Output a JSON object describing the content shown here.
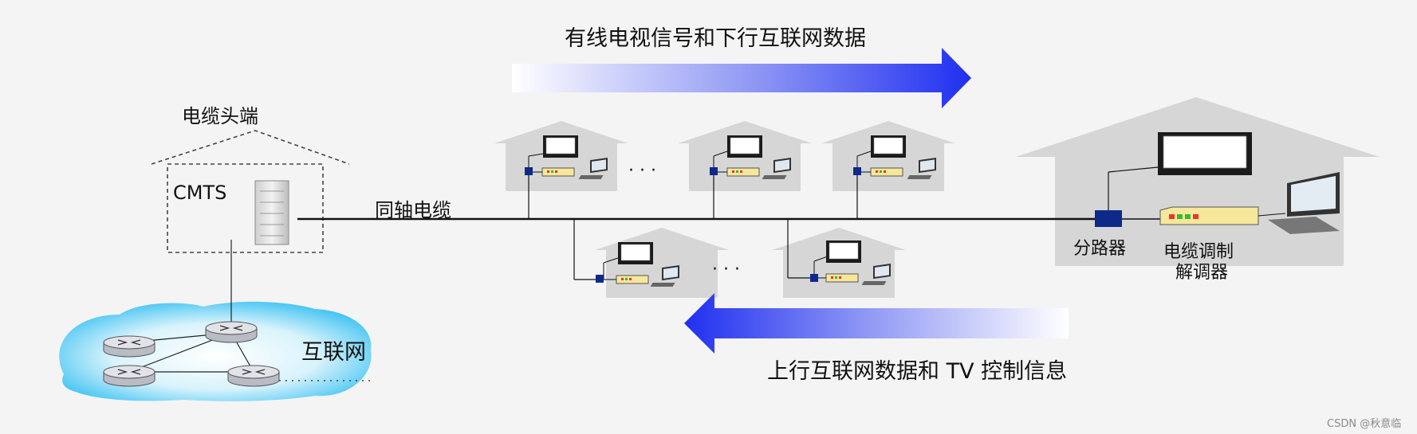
{
  "labels": {
    "downstream": "有线电视信号和下行互联网数据",
    "upstream": "上行互联网数据和 TV 控制信息",
    "headend": "电缆头端",
    "cmts": "CMTS",
    "coax": "同轴电缆",
    "internet": "互联网",
    "splitter": "分路器",
    "modem_line1": "电缆调制",
    "modem_line2": "解调器",
    "ellipsis": "· · ·",
    "watermark": "CSDN @秋意临"
  },
  "colors": {
    "arrow": "#1f2ff0",
    "cloud": "#3cc2f2",
    "house": "#d6d6d6",
    "modem": "#f6e79a",
    "splitter": "#0d2a8a",
    "cable": "#111111"
  },
  "icons": [
    "router-icon",
    "server-rack-icon",
    "tv-icon",
    "pc-icon",
    "modem-icon",
    "splitter-icon",
    "house-icon",
    "cloud-icon"
  ]
}
